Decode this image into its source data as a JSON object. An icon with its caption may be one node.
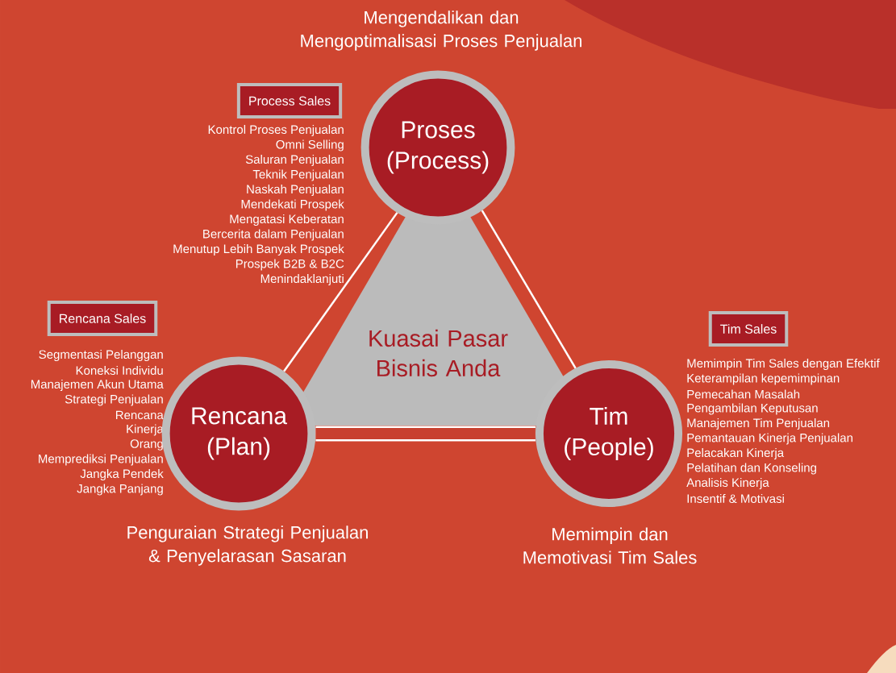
{
  "diagram": {
    "nodes": [
      {
        "text": [
          "Proses (Process)"
        ],
        "beside": [
          "Mengendalikan dan Mengoptimalisasi Proses Penjualan"
        ]
      },
      {
        "text": [
          "Process Sales"
        ],
        "beside": [
          "Kontrol Proses Penjualan",
          "Omni Selling",
          "Saluran Penjualan",
          "Teknik Penjualan",
          "Naskah Penjualan",
          "Mendekati Prospek",
          "Mengatasi Keberatan",
          "Bercerita dalam Penjualan",
          "Menutup Lebih Banyak Prospek",
          "Prospek B2B & B2C",
          "Menindaklanjuti"
        ]
      },
      {
        "text": [
          "Rencana Sales"
        ],
        "beside": [
          "Segmentasi Pelanggan",
          "Koneksi Individu",
          "Manajemen Akun Utama",
          "Strategi Penjualan",
          "Rencana",
          "Kinerja",
          "Orang",
          "Memprediksi Penjualan",
          "Jangka Pendek",
          "Jangka Panjang"
        ]
      },
      {
        "text": [
          "Tim Sales"
        ],
        "beside": [
          "Memimpin Tim Sales dengan Efektif",
          "Keterampilan kepemimpinan",
          "Pemecahan Masalah",
          "Pengambilan Keputusan",
          "Manajemen Tim Penjualan",
          "Pemantauan Kinerja Penjualan",
          "Pelacakan Kinerja",
          "Pelatihan dan Konseling",
          "Analisis Kinerja",
          "Insentif & Motivasi"
        ]
      },
      {
        "text": [
          "Kuasai Pasar Bisnis Anda"
        ]
      },
      {
        "text": [
          "Rencana (Plan)"
        ],
        "beside": [
          "Penguraian Strategi Penjualan & Penyelarasan Sasaran"
        ]
      },
      {
        "text": [
          "Tim (People)"
        ],
        "beside": [
          "Memimpin dan Memotivasi Tim Sales"
        ]
      }
    ],
    "edges": [
      {
        "from": 0,
        "to": 5,
        "arrow": "none"
      },
      {
        "from": 0,
        "to": 6,
        "arrow": "none"
      },
      {
        "from": 5,
        "to": 6,
        "arrow": "none",
        "style": "thick"
      }
    ]
  }
}
